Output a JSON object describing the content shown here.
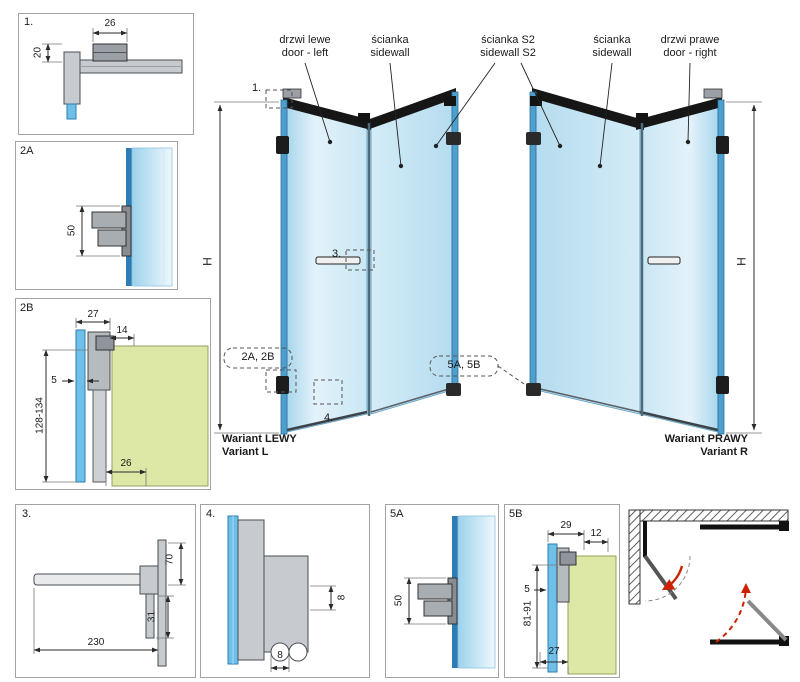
{
  "colors": {
    "glass_blue": "#6ec0e8",
    "profile_blue": "#4e9fce",
    "wall_green": "#dde8a6",
    "frame_black": "#161616",
    "metal_gray": "#c7cbd0",
    "arrow_red": "#cc2200",
    "box_border": "#a3a3a3"
  },
  "details": {
    "d1": {
      "label": "1.",
      "dim_width": "26",
      "dim_height": "20"
    },
    "d2a": {
      "label": "2A",
      "dim_length": "50"
    },
    "d2b": {
      "label": "2B",
      "dim_a": "27",
      "dim_b": "14",
      "dim_c": "5",
      "dim_d": "128-134",
      "dim_e": "26"
    },
    "d3": {
      "label": "3.",
      "dim_a": "70",
      "dim_b": "230",
      "dim_c": "31"
    },
    "d4": {
      "label": "4.",
      "dim_a": "8",
      "dim_b": "8"
    },
    "d5a": {
      "label": "5A",
      "dim_length": "50"
    },
    "d5b": {
      "label": "5B",
      "dim_a": "29",
      "dim_b": "12",
      "dim_c": "5",
      "dim_d": "81-91",
      "dim_e": "27"
    }
  },
  "main": {
    "label_door_left": "drzwi lewe\ndoor - left",
    "label_sidewall_left": "ścianka\nsidewall",
    "label_sidewall_s2": "ścianka S2\nsidewall S2",
    "label_sidewall_right": "ścianka\nsidewall",
    "label_door_right": "drzwi prawe\ndoor - right",
    "callout_1": "1.",
    "callout_3": "3.",
    "callout_2ab": "2A, 2B",
    "callout_4": "4.",
    "callout_5ab": "5A, 5B",
    "height_left": "H",
    "height_right": "H",
    "variant_left": "Wariant LEWY\nVariant L",
    "variant_right": "Wariant PRAWY\nVariant R"
  }
}
